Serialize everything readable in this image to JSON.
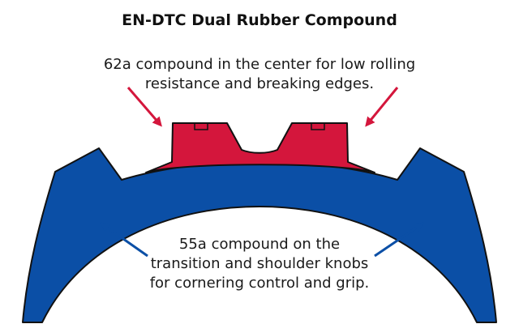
{
  "title": "EN-DTC Dual Rubber Compound",
  "center_compound": {
    "lines": [
      "62a compound in the center for low rolling",
      "resistance and breaking edges."
    ]
  },
  "shoulder_compound": {
    "lines": [
      "55a compound on the",
      "transition and shoulder knobs",
      "for cornering control and grip."
    ]
  },
  "colors": {
    "center_compound": "#d4163c",
    "shoulder_compound": "#0b4fa6",
    "outline": "#111111"
  }
}
